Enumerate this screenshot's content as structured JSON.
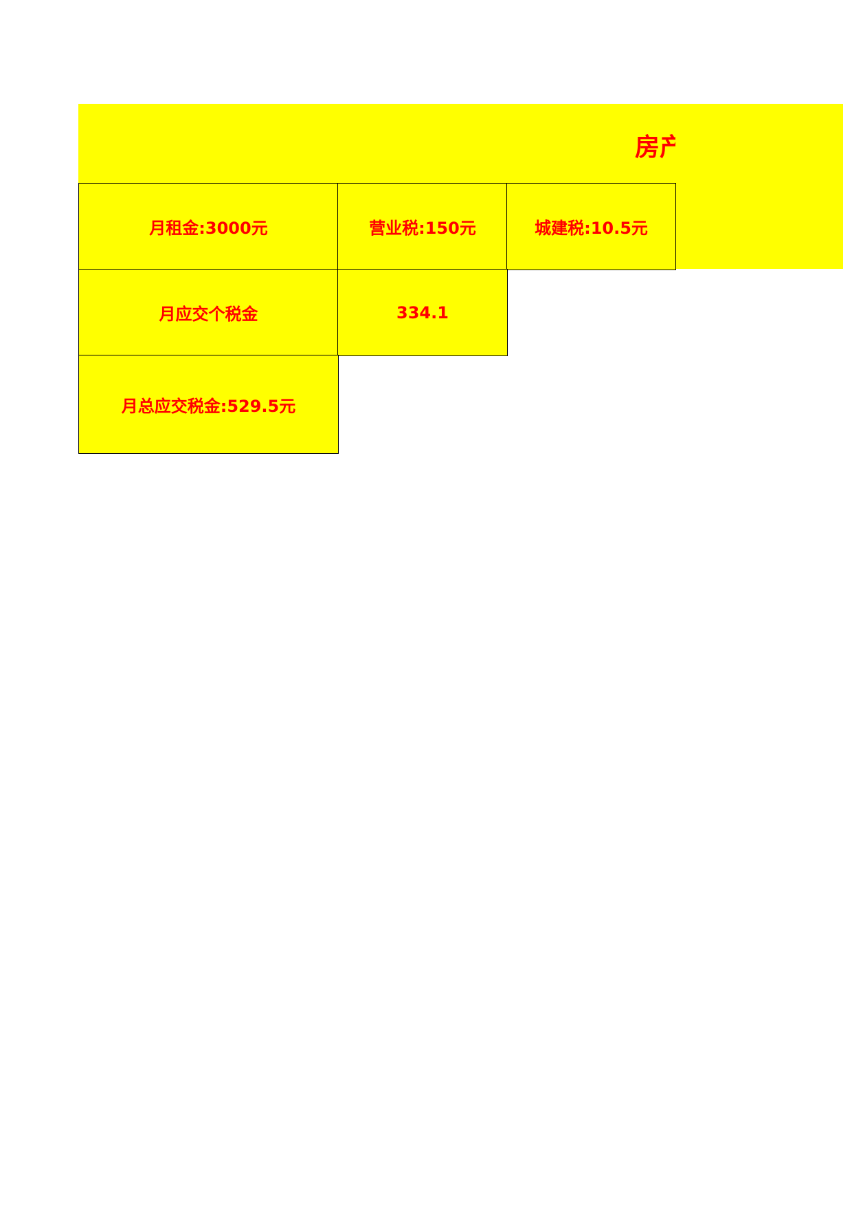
{
  "title": "房产",
  "rows": [
    [
      "月租金:3000元",
      "营业税:150元",
      "城建税:10.5元"
    ],
    [
      "月应交个税金",
      "334.1"
    ],
    [
      "月总应交税金:529.5元"
    ]
  ],
  "colors": {
    "fill": "#ffff00",
    "text": "#ff0000",
    "border": "#000000"
  }
}
